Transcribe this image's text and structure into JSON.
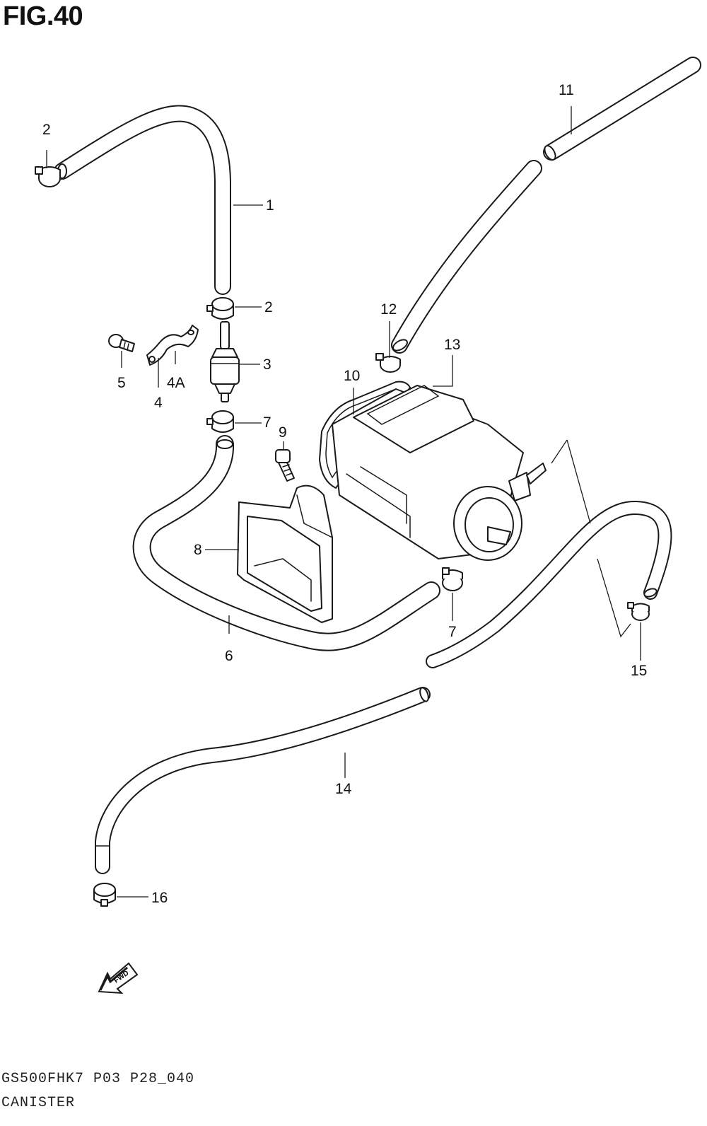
{
  "figure": {
    "title": "FIG.40"
  },
  "callouts": {
    "c1": "1",
    "c2a": "2",
    "c2b": "2",
    "c3": "3",
    "c4": "4",
    "c4a": "4A",
    "c5": "5",
    "c6": "6",
    "c7a": "7",
    "c7b": "7",
    "c8": "8",
    "c9": "9",
    "c10": "10",
    "c11": "11",
    "c12": "12",
    "c13": "13",
    "c14": "14",
    "c15": "15",
    "c16": "16"
  },
  "fwd_label": "FWD",
  "footer": {
    "code": "GS500FHK7 P03 P28_040",
    "name": "CANISTER"
  }
}
